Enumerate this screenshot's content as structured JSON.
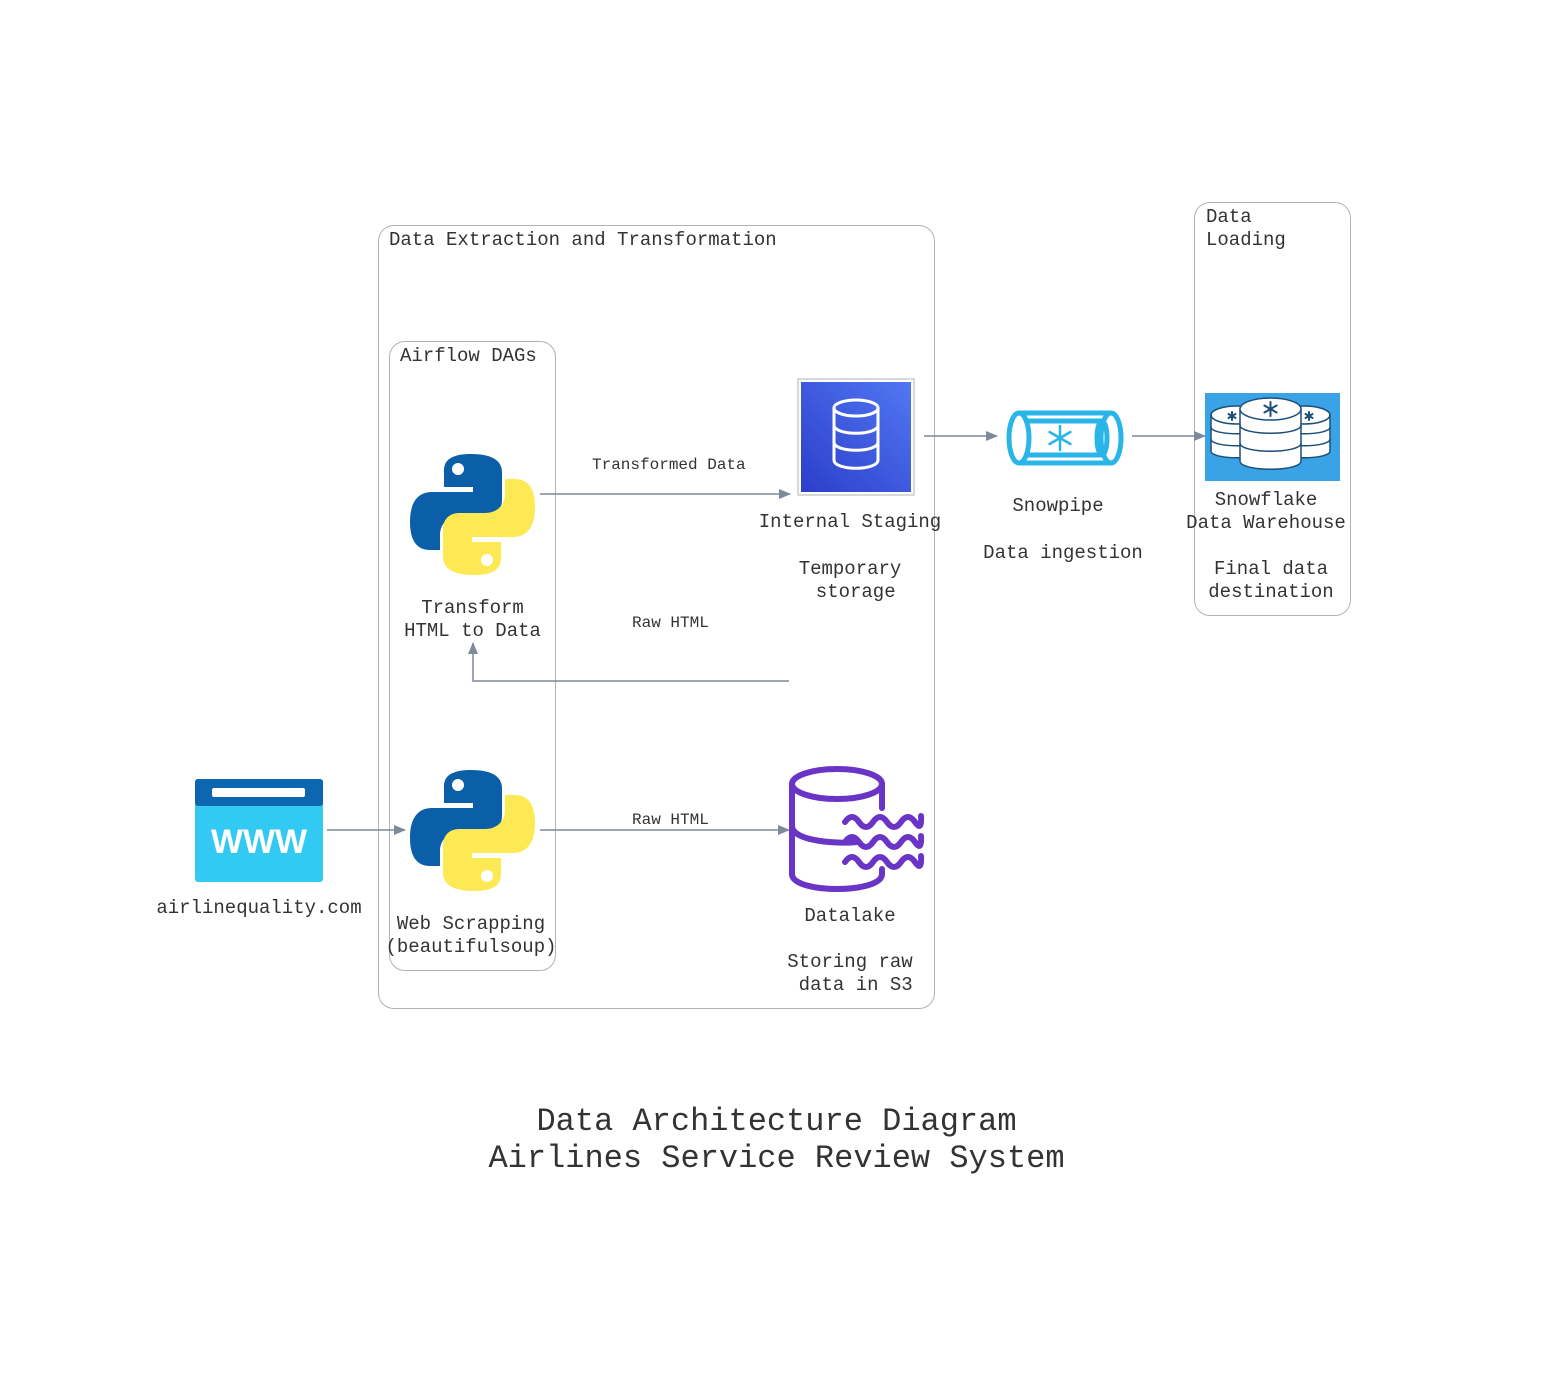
{
  "diagram": {
    "title_line1": "Data Architecture Diagram",
    "title_line2": "Airlines Service Review System",
    "groups": {
      "extraction": "Data Extraction and Transformation",
      "airflow": "Airflow DAGs",
      "loading": "Data\nLoading"
    },
    "nodes": {
      "website": {
        "label": "airlinequality.com",
        "icon": "www-icon"
      },
      "scraper": {
        "label": "Web Scrapping\n(beautifulsoup)",
        "icon": "python-icon"
      },
      "transform": {
        "label": "Transform\nHTML to Data",
        "icon": "python-icon"
      },
      "staging": {
        "label": "Internal Staging",
        "description": "Temporary\n storage",
        "icon": "database-icon"
      },
      "datalake": {
        "label": "Datalake",
        "description": "Storing raw\n data in S3",
        "icon": "datalake-icon"
      },
      "snowpipe": {
        "label": "Snowpipe",
        "description": "Data ingestion",
        "icon": "snowpipe-icon"
      },
      "warehouse": {
        "label": "Snowflake\nData Warehouse",
        "description": "Final data\ndestination",
        "icon": "snowflake-warehouse-icon"
      }
    },
    "edges": {
      "transformed_data": "Transformed Data",
      "raw_html_upper": "Raw HTML",
      "raw_html_lower": "Raw HTML"
    },
    "colors": {
      "arrow": "#7d8a99",
      "python_blue": "#0b5ea8",
      "python_yellow": "#fde954",
      "staging_blue": "#3f5ee8",
      "datalake_purple": "#6a35c7",
      "snowpipe_cyan": "#29b5e8",
      "warehouse_bg": "#3aa3e6",
      "www_blue": "#32c9f3"
    }
  }
}
